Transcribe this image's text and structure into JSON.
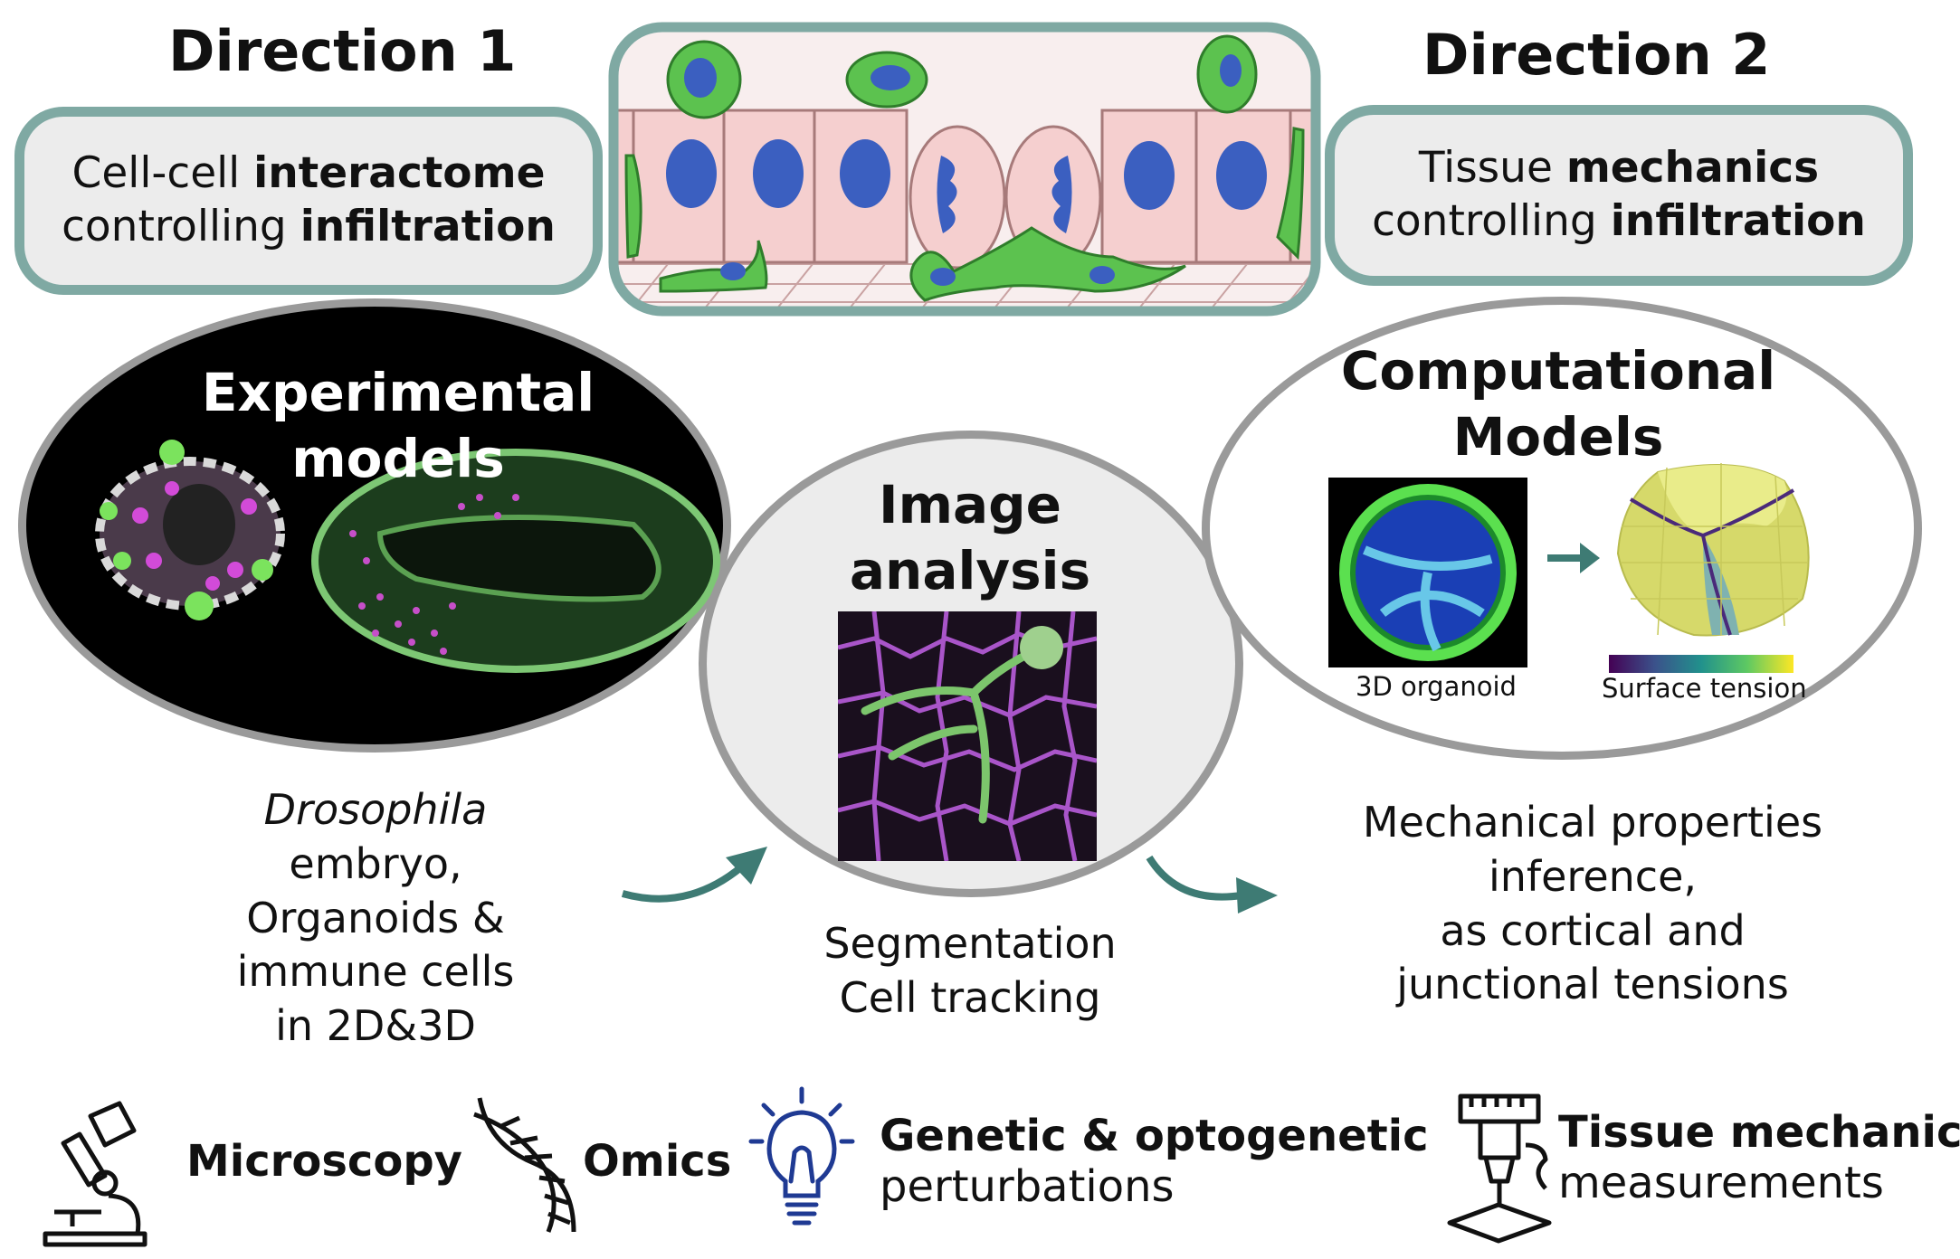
{
  "direction1": {
    "title": "Direction 1",
    "line1_plain": "Cell-cell ",
    "line1_bold": "interactome",
    "line2_plain": "controlling ",
    "line2_bold": "infiltration"
  },
  "direction2": {
    "title": "Direction 2",
    "line1_plain": "Tissue ",
    "line1_bold": "mechanics",
    "line2_plain": "controlling ",
    "line2_bold": "infiltration"
  },
  "experimental": {
    "title_line1": "Experimental",
    "title_line2": "models",
    "caption_italic": "Drosophila",
    "caption_line2": "embryo,",
    "caption_line3": "Organoids &",
    "caption_line4": "immune cells",
    "caption_line5": "in 2D&3D"
  },
  "image_analysis": {
    "title_line1": "Image",
    "title_line2": "analysis",
    "caption_line1": "Segmentation",
    "caption_line2": "Cell tracking"
  },
  "computational": {
    "title_line1": "Computational",
    "title_line2": "Models",
    "organoid_label": "3D organoid",
    "tension_label": "Surface tension",
    "caption_line1": "Mechanical properties",
    "caption_line2": "inference,",
    "caption_line3": "as cortical and",
    "caption_line4": "junctional tensions"
  },
  "tools": {
    "microscopy": "Microscopy",
    "omics": "Omics",
    "genetic_bold": "Genetic & optogenetic",
    "genetic_sub": "perturbations",
    "mechanics_bold": "Tissue mechanics",
    "mechanics_sub": "measurements"
  },
  "colors": {
    "box_border": "#7fa9a3",
    "box_fill": "#ececec",
    "arrow": "#3e7b74",
    "cell_pink": "#f5cfcf",
    "nucleus_blue": "#3b5fc0",
    "immune_green": "#5cc24f",
    "icon_blue": "#1f3a93"
  }
}
